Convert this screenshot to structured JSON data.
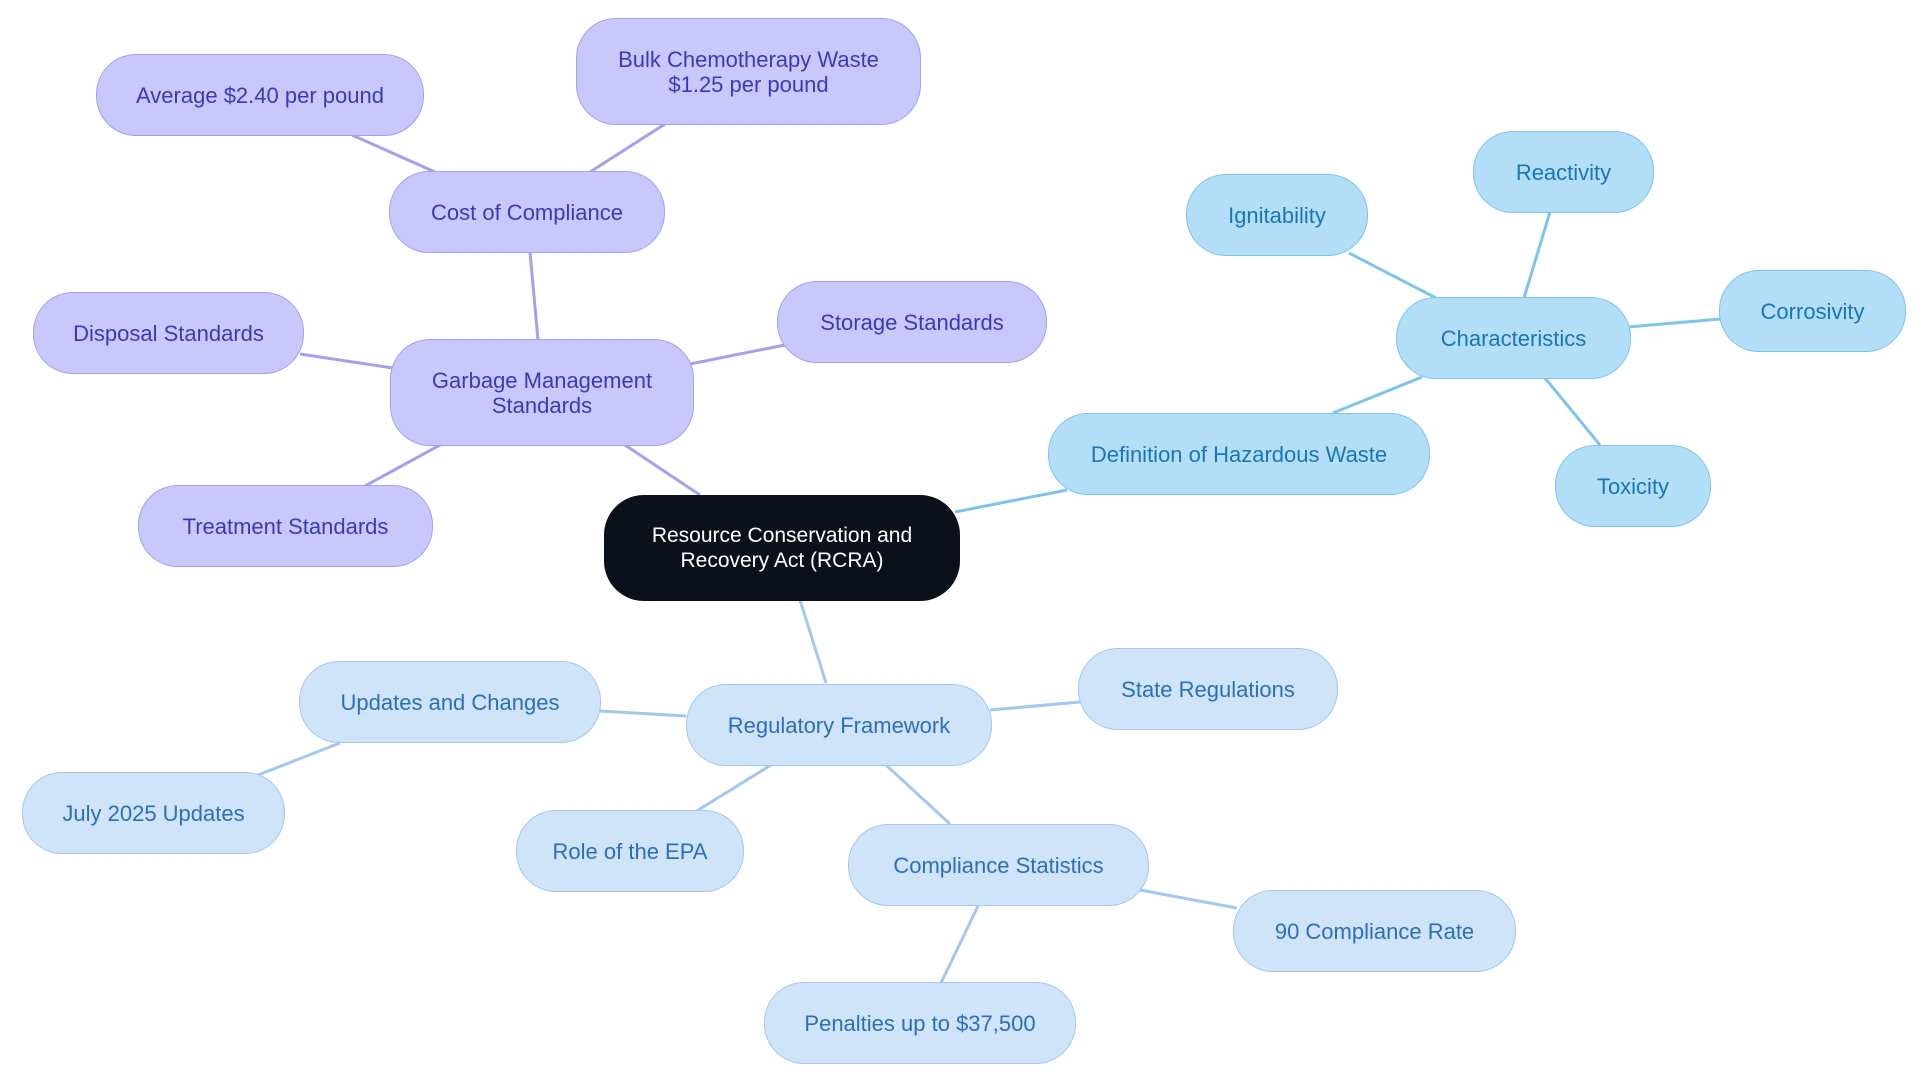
{
  "root": {
    "label": "Resource Conservation and\nRecovery Act (RCRA)"
  },
  "branches": {
    "garbage_management": {
      "label": "Garbage Management\nStandards",
      "children": {
        "cost_of_compliance": {
          "label": "Cost of Compliance",
          "children": {
            "average_cost": "Average $2.40 per pound",
            "bulk_chemo": "Bulk Chemotherapy Waste\n$1.25 per pound"
          }
        },
        "disposal": "Disposal Standards",
        "storage": "Storage Standards",
        "treatment": "Treatment Standards"
      }
    },
    "definition": {
      "label": "Definition of Hazardous Waste",
      "children": {
        "characteristics": {
          "label": "Characteristics",
          "children": {
            "ignitability": "Ignitability",
            "reactivity": "Reactivity",
            "corrosivity": "Corrosivity",
            "toxicity": "Toxicity"
          }
        }
      }
    },
    "regulatory": {
      "label": "Regulatory Framework",
      "children": {
        "updates": {
          "label": "Updates and Changes",
          "children": {
            "july_2025": "July 2025 Updates"
          }
        },
        "state": "State Regulations",
        "epa": "Role of the EPA",
        "compliance_stats": {
          "label": "Compliance Statistics",
          "children": {
            "rate": "90 Compliance Rate",
            "penalties": "Penalties up to $37,500"
          }
        }
      }
    }
  },
  "colors": {
    "root_fill": "#0b111b",
    "purple_fill": "#c8c8fc",
    "purple_edge": "#a3a0ee",
    "cyan_fill": "#b3def8",
    "cyan_edge": "#7ec3ec",
    "pale_fill": "#cfe3f9",
    "pale_edge": "#a2c8ef"
  }
}
